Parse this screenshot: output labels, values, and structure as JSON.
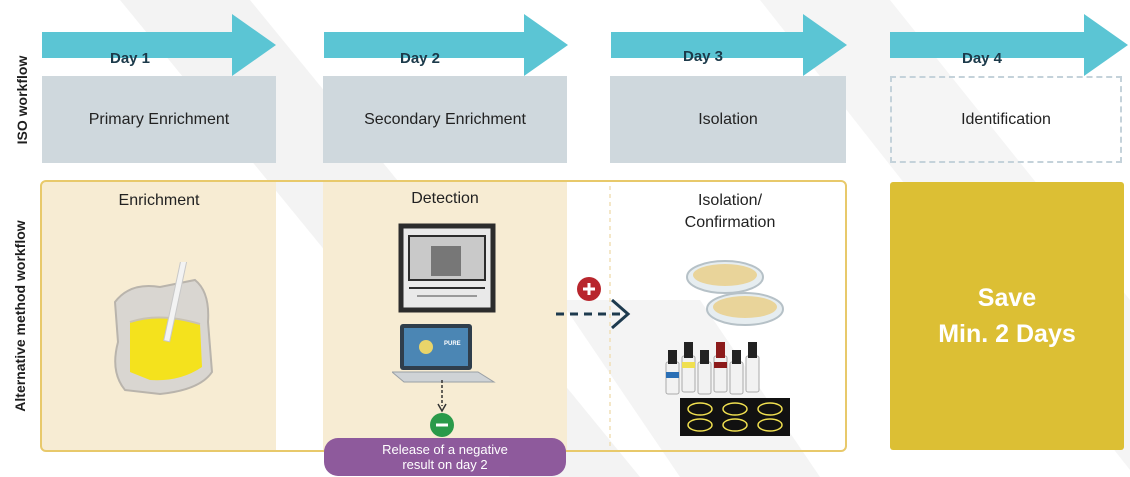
{
  "row_labels": {
    "iso": "ISO workflow",
    "alt": "Alternative method workflow"
  },
  "days": [
    {
      "label": "Day 1",
      "iso_step": "Primary Enrichment"
    },
    {
      "label": "Day 2",
      "iso_step": "Secondary Enrichment"
    },
    {
      "label": "Day 3",
      "iso_step": "Isolation"
    },
    {
      "label": "Day 4",
      "iso_step": "Identification"
    }
  ],
  "alt_steps": {
    "enrichment": "Enrichment",
    "detection": "Detection",
    "isolation_line1": "Isolation/",
    "isolation_line2": "Confirmation"
  },
  "laptop_brand": "PURE",
  "release_line1": "Release of a negative",
  "release_line2": "result on day 2",
  "save_line1": "Save",
  "save_line2": "Min. 2 Days",
  "colors": {
    "arrow": "#5bc5d4",
    "iso_box": "#cfd8dd",
    "panel": "#f7ecd3",
    "frame": "#e8c96b",
    "save": "#dcbf34",
    "release": "#8e5a9c",
    "positive": "#b8262d",
    "negative": "#2a9a4a"
  }
}
